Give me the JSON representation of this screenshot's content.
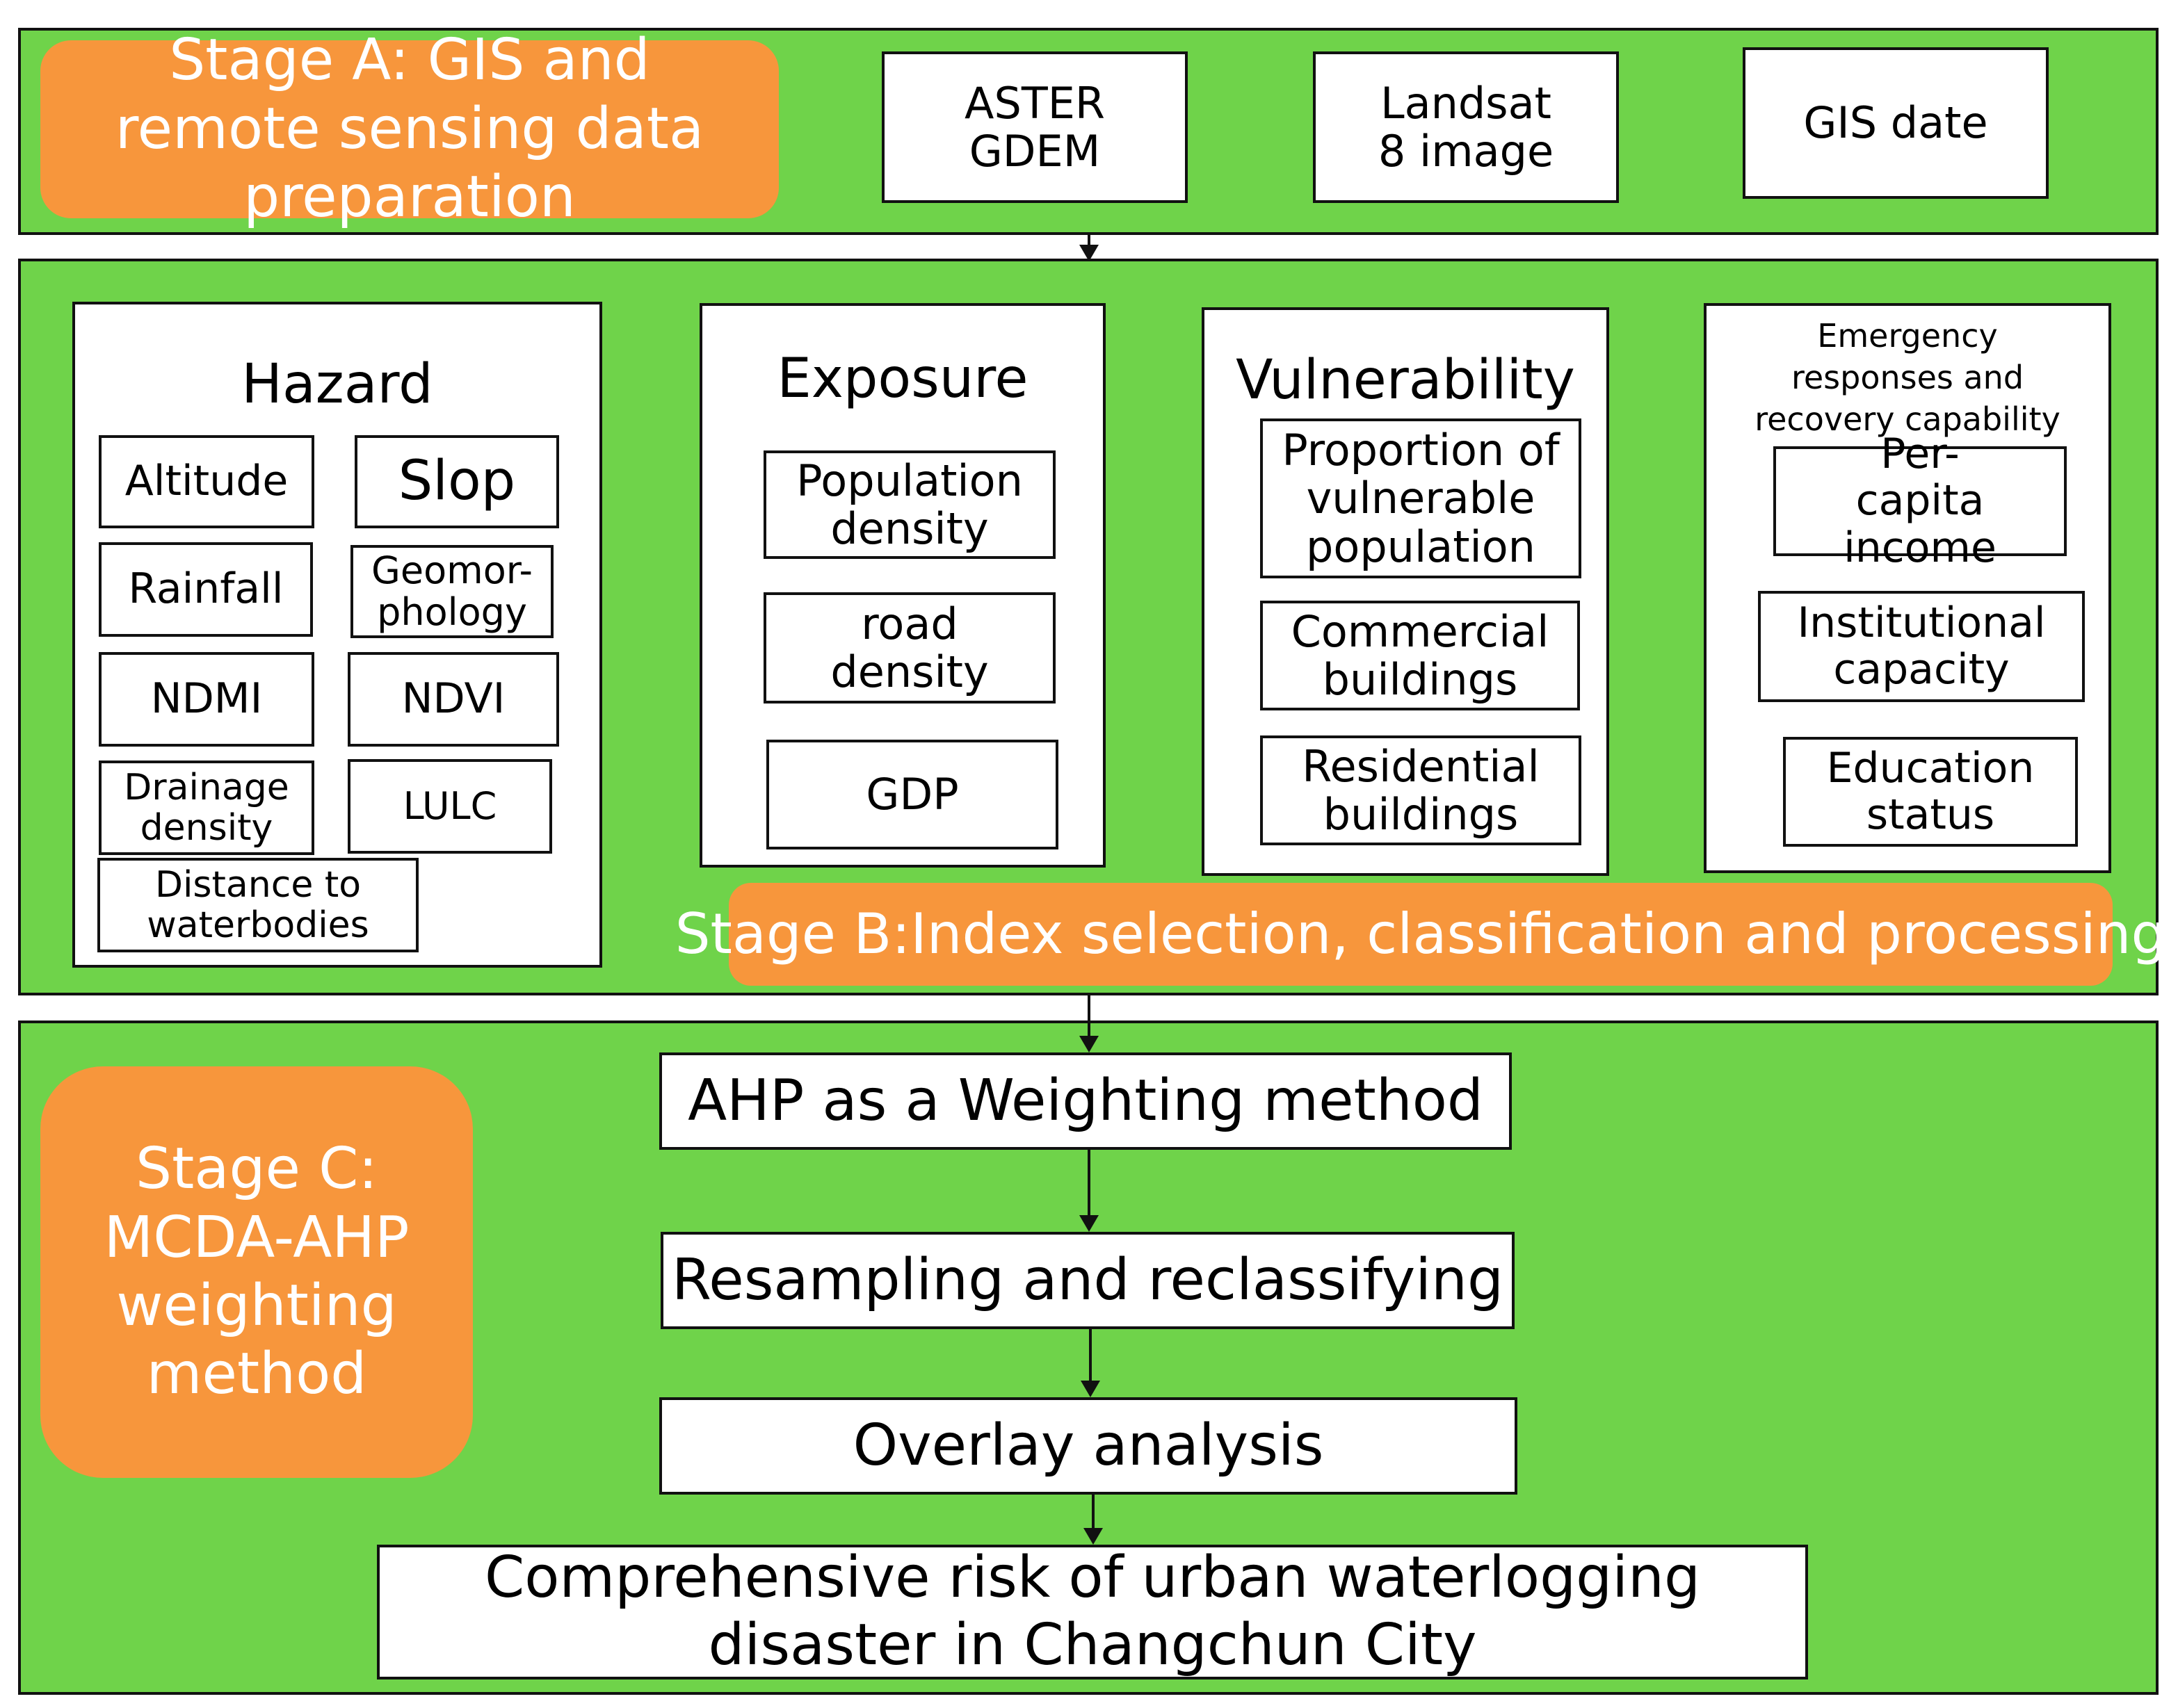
{
  "stage_a": {
    "label": "Stage A: GIS and remote sensing data preparation",
    "sources": [
      "ASTER GDEM",
      "Landsat 8 image",
      "GIS date"
    ]
  },
  "stage_b": {
    "label": "Stage B:Index selection, classification and processing",
    "hazard": {
      "title": "Hazard",
      "items": [
        "Altitude",
        "Slop",
        "Rainfall",
        "Geomor-phology",
        "NDMI",
        "NDVI",
        "Drainage density",
        "LULC",
        "Distance to waterbodies"
      ]
    },
    "exposure": {
      "title": "Exposure",
      "items": [
        "Population density",
        "road density",
        "GDP"
      ]
    },
    "vulnerability": {
      "title": "Vulnerability",
      "items": [
        "Proportion of vulnerable population",
        "Commercial buildings",
        "Residential buildings"
      ]
    },
    "emergency": {
      "title": "Emergency responses and recovery capability",
      "items": [
        "Per-capita income",
        "Institutional capacity",
        "Education status"
      ]
    }
  },
  "stage_c": {
    "label": "Stage C: MCDA-AHP weighting method",
    "steps": [
      "AHP as a Weighting method",
      "Resampling and reclassifying",
      "Overlay analysis",
      "Comprehensive risk of urban waterlogging disaster in Changchun City"
    ]
  },
  "colors": {
    "panel": "#6fd34a",
    "stage": "#f7963c",
    "box": "#ffffff",
    "border": "#111111"
  }
}
